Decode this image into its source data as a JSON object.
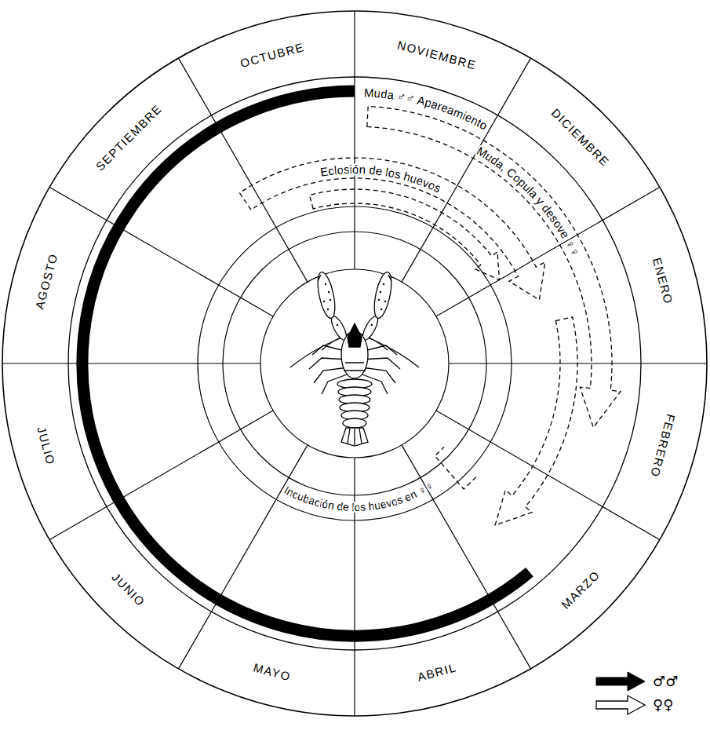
{
  "diagram": {
    "labels": [
      "NOVIEMBRE",
      "DICIEMBRE",
      "ENERO",
      "FEBRERO",
      "MARZO",
      "ABRIL",
      "MAYO",
      "JUNIO",
      "JULIO",
      "AGOSTO",
      "SEPTIEMBRE",
      "OCTUBRE",
      "Muda ♂♂ Apareamiento",
      "Muda, Copula y desove ♀♀",
      "Eclosión de los huevos",
      "Incubación de los huevos en ♀♀"
    ],
    "legend": [
      {
        "text": "♂♂"
      },
      {
        "text": "♀♀"
      }
    ]
  }
}
